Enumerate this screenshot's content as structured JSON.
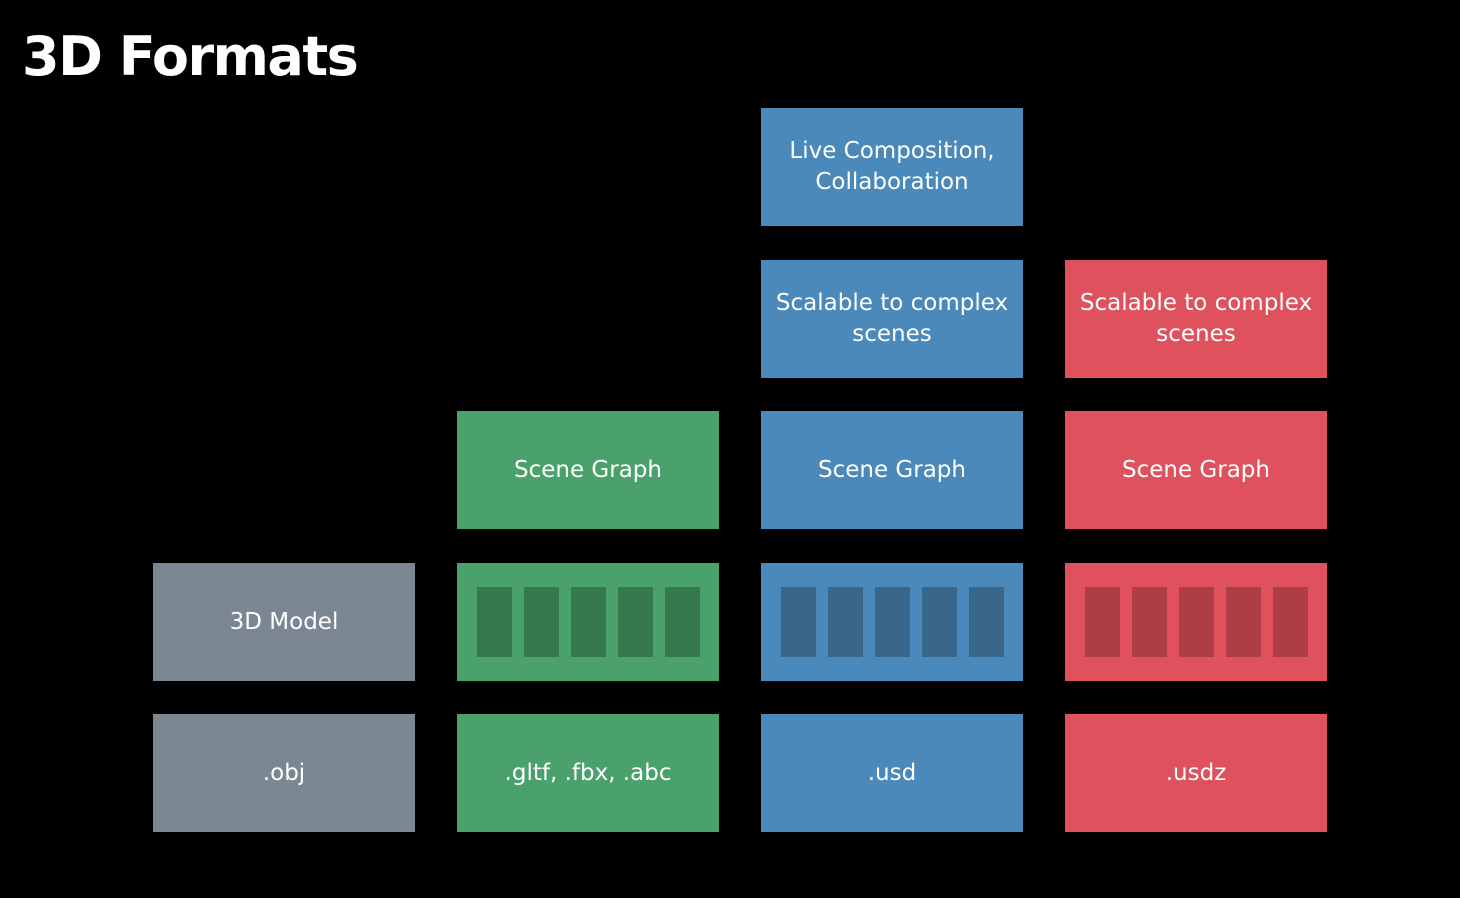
{
  "title": "3D Formats",
  "colors": {
    "background": "#000000",
    "gray": "#7a8792",
    "green": "#4aa16b",
    "blue": "#4a89b9",
    "red": "#df525d"
  },
  "columns": {
    "obj": {
      "model": "3D Model",
      "format": ".obj"
    },
    "gltf": {
      "scene_graph": "Scene Graph",
      "format": ".gltf, .fbx, .abc"
    },
    "usd": {
      "live": "Live Composition,\nCollaboration",
      "scalable": "Scalable to complex scenes",
      "scene_graph": "Scene Graph",
      "format": ".usd"
    },
    "usdz": {
      "scalable": "Scalable to complex scenes",
      "scene_graph": "Scene Graph",
      "format": ".usdz"
    }
  }
}
